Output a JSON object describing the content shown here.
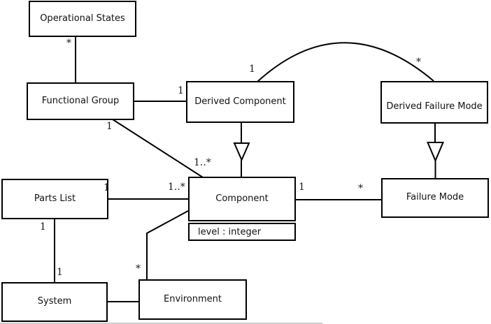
{
  "diagram": {
    "kind": "uml-class-diagram",
    "background_color": "#ffffff",
    "line_color": "#000000",
    "classes": {
      "operational_states": {
        "name": "Operational States"
      },
      "functional_group": {
        "name": "Functional Group"
      },
      "derived_component": {
        "name": "Derived Component"
      },
      "derived_failure_mode": {
        "name": "Derived Failure Mode"
      },
      "parts_list": {
        "name": "Parts List"
      },
      "component": {
        "name": "Component",
        "attributes": [
          "level : integer"
        ]
      },
      "failure_mode": {
        "name": "Failure Mode"
      },
      "system": {
        "name": "System"
      },
      "environment": {
        "name": "Environment"
      }
    },
    "relationships": [
      {
        "source": "Functional Group",
        "target": "Operational States",
        "type": "association",
        "target_label": "*"
      },
      {
        "source": "Functional Group",
        "target": "Derived Component",
        "type": "association",
        "target_label": "1"
      },
      {
        "source": "Functional Group",
        "target": "Component",
        "type": "association",
        "source_label": "1",
        "target_label": "1..*"
      },
      {
        "source": "Derived Component",
        "target": "Component",
        "type": "generalization"
      },
      {
        "source": "Derived Component",
        "target": "Derived Failure Mode",
        "type": "association",
        "source_label": "1",
        "target_label": "*"
      },
      {
        "source": "Derived Failure Mode",
        "target": "Failure Mode",
        "type": "generalization"
      },
      {
        "source": "Parts List",
        "target": "Component",
        "type": "association",
        "source_label": "1",
        "target_label": "1..*"
      },
      {
        "source": "Component",
        "target": "Failure Mode",
        "type": "association",
        "source_label": "1",
        "target_label": "*"
      },
      {
        "source": "Parts List",
        "target": "System",
        "type": "association",
        "source_label": "1",
        "target_label": "1"
      },
      {
        "source": "System",
        "target": "Environment",
        "type": "association"
      },
      {
        "source": "Environment",
        "target": "Component",
        "type": "association",
        "source_label": "*"
      }
    ]
  }
}
